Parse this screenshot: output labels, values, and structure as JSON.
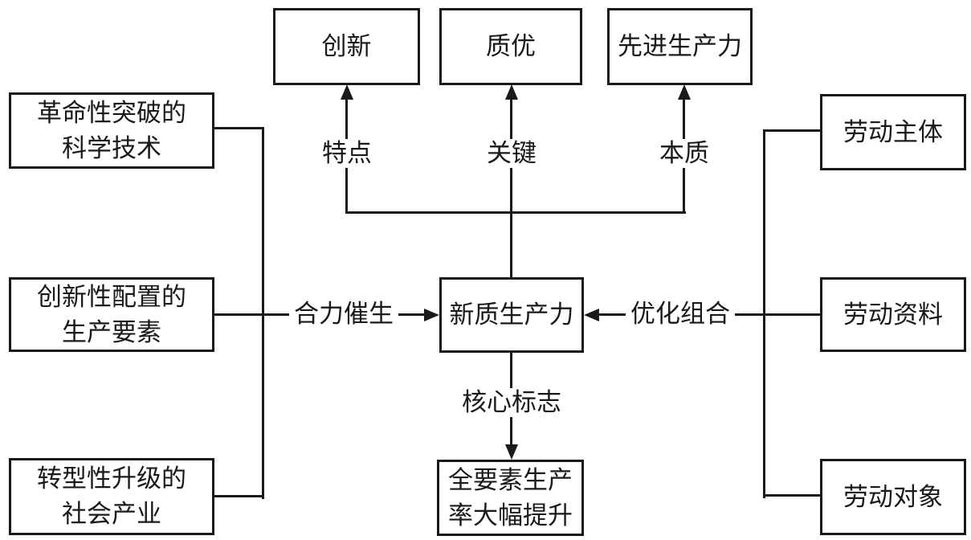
{
  "nodes": {
    "innovation": "创新",
    "quality": "质优",
    "advanced_productivity": "先进生产力",
    "science_tech": [
      "革命性突破的",
      "科学技术"
    ],
    "production_factors": [
      "创新性配置的",
      "生产要素"
    ],
    "social_industry": [
      "转型性升级的",
      "社会产业"
    ],
    "center": "新质生产力",
    "total_factor_productivity": [
      "全要素生产",
      "率大幅提升"
    ],
    "labor_subject": "劳动主体",
    "labor_materials": "劳动资料",
    "labor_objects": "劳动对象"
  },
  "edge_labels": {
    "characteristic": "特点",
    "key": "关键",
    "essence": "本质",
    "jointly_catalyze": "合力催生",
    "optimized_combination": "优化组合",
    "core_indicator": "核心标志"
  },
  "colors": {
    "line": "#1a1a1a",
    "text": "#1a1a1a",
    "background": "#ffffff"
  }
}
